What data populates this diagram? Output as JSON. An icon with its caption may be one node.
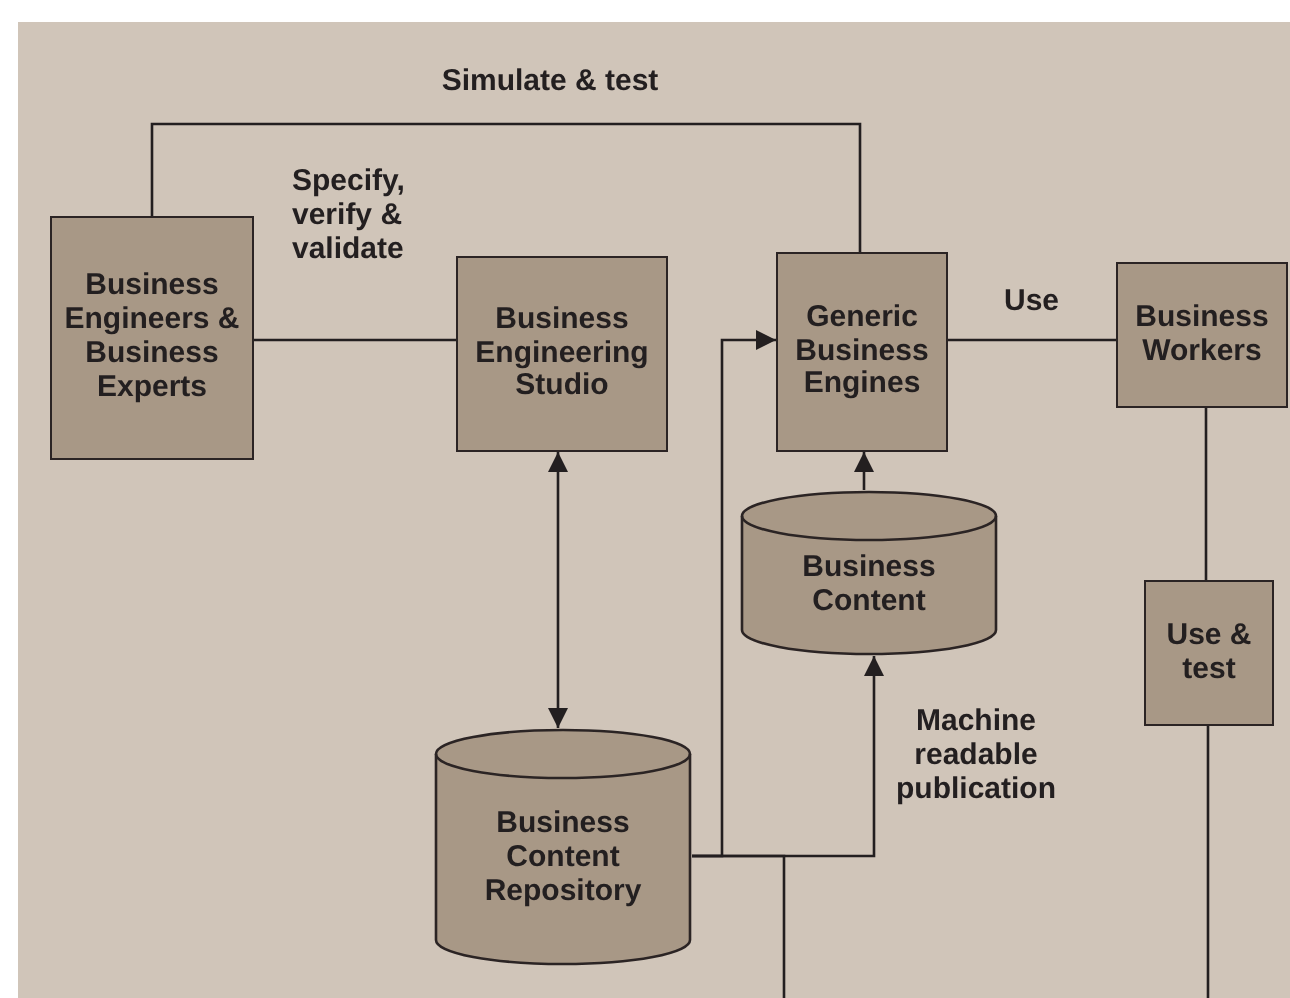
{
  "diagram": {
    "nodes": [
      {
        "text": [
          "Business Engineers & Business Experts"
        ]
      },
      {
        "text": [
          "Business Engineering Studio"
        ]
      },
      {
        "text": [
          "Generic Business Engines"
        ]
      },
      {
        "text": [
          "Business Workers"
        ]
      },
      {
        "text": [
          "Business Content"
        ]
      },
      {
        "text": [
          "Use & test"
        ]
      },
      {
        "text": [
          "Business Content Repository"
        ]
      }
    ],
    "edges": [
      {
        "from": 0,
        "to": 2,
        "arrow": "none",
        "label": "Simulate & test"
      },
      {
        "from": 0,
        "to": 1,
        "arrow": "none",
        "label": "Specify, verify & validate"
      },
      {
        "from": 1,
        "to": 6,
        "arrow": "both"
      },
      {
        "from": 2,
        "to": 3,
        "arrow": "none",
        "label": "Use"
      },
      {
        "from": 4,
        "to": 2,
        "arrow": "to"
      },
      {
        "from": 6,
        "to": 4,
        "arrow": "to",
        "label": "Machine readable publication"
      },
      {
        "from": 6,
        "to": 2,
        "arrow": "to"
      },
      {
        "from": 6,
        "to": null,
        "arrow": "none"
      },
      {
        "from": 3,
        "to": 5,
        "arrow": "none"
      },
      {
        "from": 5,
        "to": null,
        "arrow": "none"
      }
    ]
  }
}
